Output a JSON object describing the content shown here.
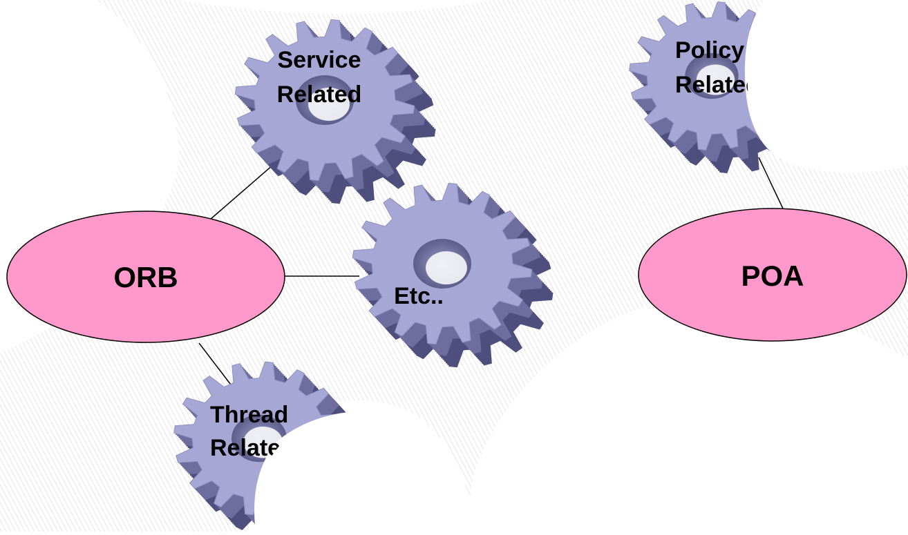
{
  "diagram": {
    "nodes": {
      "orb": {
        "label": "ORB",
        "fill": "#FF99CC"
      },
      "poa": {
        "label": "POA",
        "fill": "#FF99CC"
      }
    },
    "gears": {
      "service": {
        "line1": "Service",
        "line2": "Related"
      },
      "etc": {
        "line1": "Etc.."
      },
      "thread": {
        "line1": "Thread",
        "line2": "Related"
      },
      "policy": {
        "line1": "Policy",
        "line2": "Related"
      }
    },
    "colors": {
      "gear_face": "#A7A7D6",
      "gear_side": "#6E6E9E",
      "gear_shadow": "#4F4F7E",
      "connector": "#000000",
      "background_swirl": "#E4E4E4"
    }
  }
}
